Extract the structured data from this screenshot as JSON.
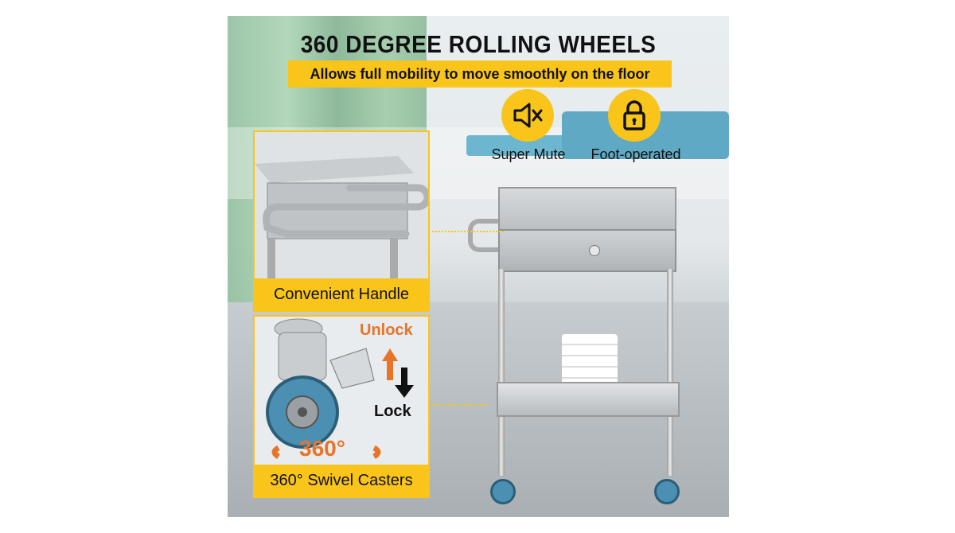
{
  "header": {
    "title": "360 DEGREE ROLLING WHEELS",
    "subtitle": "Allows full mobility to move smoothly on the floor"
  },
  "features": [
    {
      "label": "Super Mute",
      "icon": "speaker-mute-icon"
    },
    {
      "label": "Foot-operated",
      "icon": "padlock-icon"
    }
  ],
  "insets": {
    "handle_caption": "Convenient Handle",
    "casters_caption": "360° Swivel Casters",
    "unlock_label": "Unlock",
    "lock_label": "Lock",
    "rotation_label": "360°"
  },
  "colors": {
    "accent": "#f9c51a",
    "arrow_up": "#e8742a",
    "arrow_down": "#111111",
    "wheel": "#4b8fb3"
  }
}
